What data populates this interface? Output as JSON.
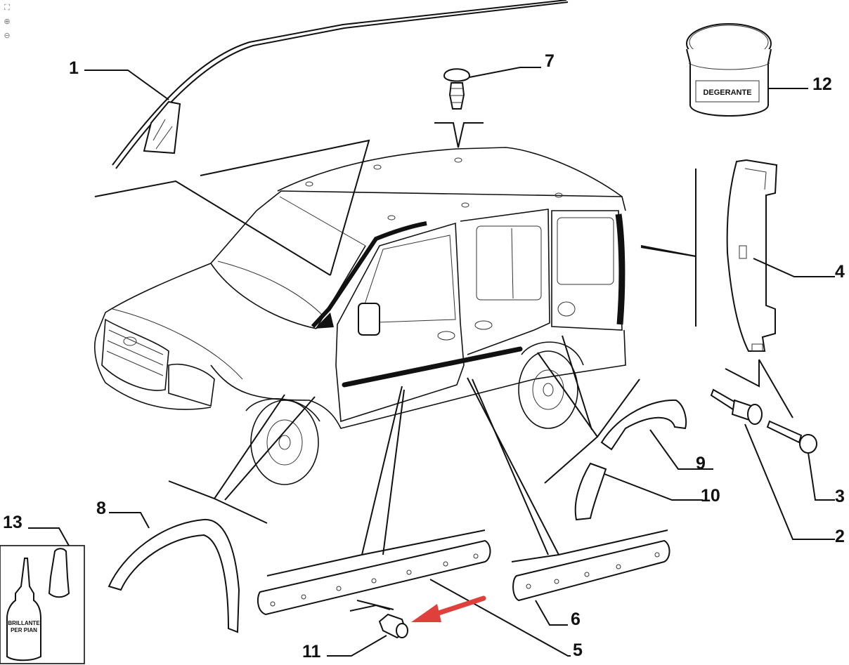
{
  "viewer": {
    "fit_icon": "fit-screen-icon",
    "zoom_in_icon": "zoom-in-icon",
    "zoom_out_icon": "zoom-out-icon"
  },
  "labels": {
    "p1": "1",
    "p2": "2",
    "p3": "3",
    "p4": "4",
    "p5": "5",
    "p6": "6",
    "p7": "7",
    "p8": "8",
    "p9": "9",
    "p10": "10",
    "p11": "11",
    "p12": "12",
    "p13": "13"
  },
  "products": {
    "degreaser_label": "DEGERANTE",
    "brillante_line1": "BRILLANTE",
    "brillante_line2": "PER PIAN"
  },
  "colors": {
    "line": "#111111",
    "highlight_arrow": "#e0403c"
  }
}
